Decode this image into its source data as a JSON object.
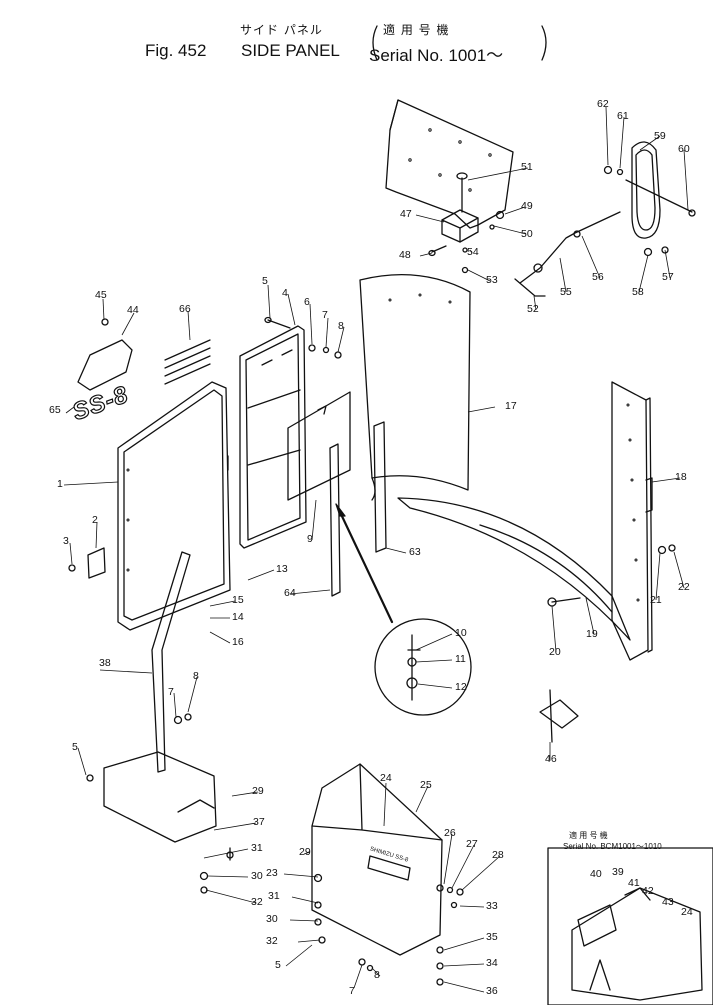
{
  "header": {
    "jp_name": "サイド パネル",
    "jp_applicability": "適 用 号 機",
    "fig_label": "Fig. 452",
    "title": "SIDE PANEL",
    "serial": "Serial No. 1001～"
  },
  "inset": {
    "caption_jp": "適 用 号 機",
    "caption_serial": "Serial No. BCM1001～1010"
  },
  "decals": {
    "logo_text": "SS-8",
    "plate_text": "SHIMIZU SS-8"
  },
  "callouts": [
    "62",
    "61",
    "59",
    "60",
    "51",
    "49",
    "50",
    "47",
    "54",
    "48",
    "53",
    "56",
    "57",
    "58",
    "55",
    "52",
    "45",
    "44",
    "66",
    "5",
    "4",
    "6",
    "7",
    "8",
    "65",
    "17",
    "18",
    "1",
    "2",
    "3",
    "13",
    "15",
    "14",
    "16",
    "9",
    "63",
    "64",
    "10",
    "11",
    "12",
    "19",
    "20",
    "21",
    "22",
    "38",
    "7",
    "8",
    "5",
    "46",
    "24",
    "25",
    "29",
    "37",
    "26",
    "27",
    "28",
    "31",
    "29",
    "23",
    "30",
    "32",
    "33",
    "31",
    "30",
    "32",
    "35",
    "5",
    "34",
    "7",
    "8",
    "36",
    "40",
    "39",
    "41",
    "42",
    "43",
    "24"
  ]
}
